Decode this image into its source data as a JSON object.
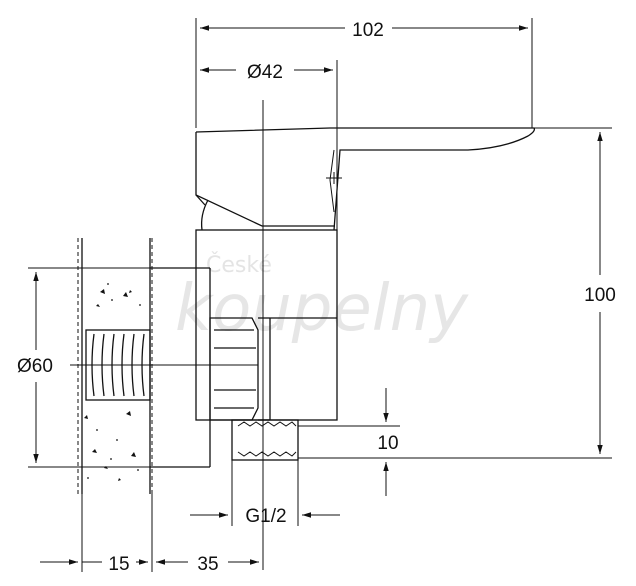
{
  "watermark": {
    "line1": "České",
    "line2": "koupelny"
  },
  "dimensions": {
    "width_top": "102",
    "diameter_body": "Ø42",
    "height": "100",
    "diameter_flange": "Ø60",
    "thread_height": "10",
    "thread": "G1/2",
    "wall_depth": "15",
    "offset": "35"
  }
}
